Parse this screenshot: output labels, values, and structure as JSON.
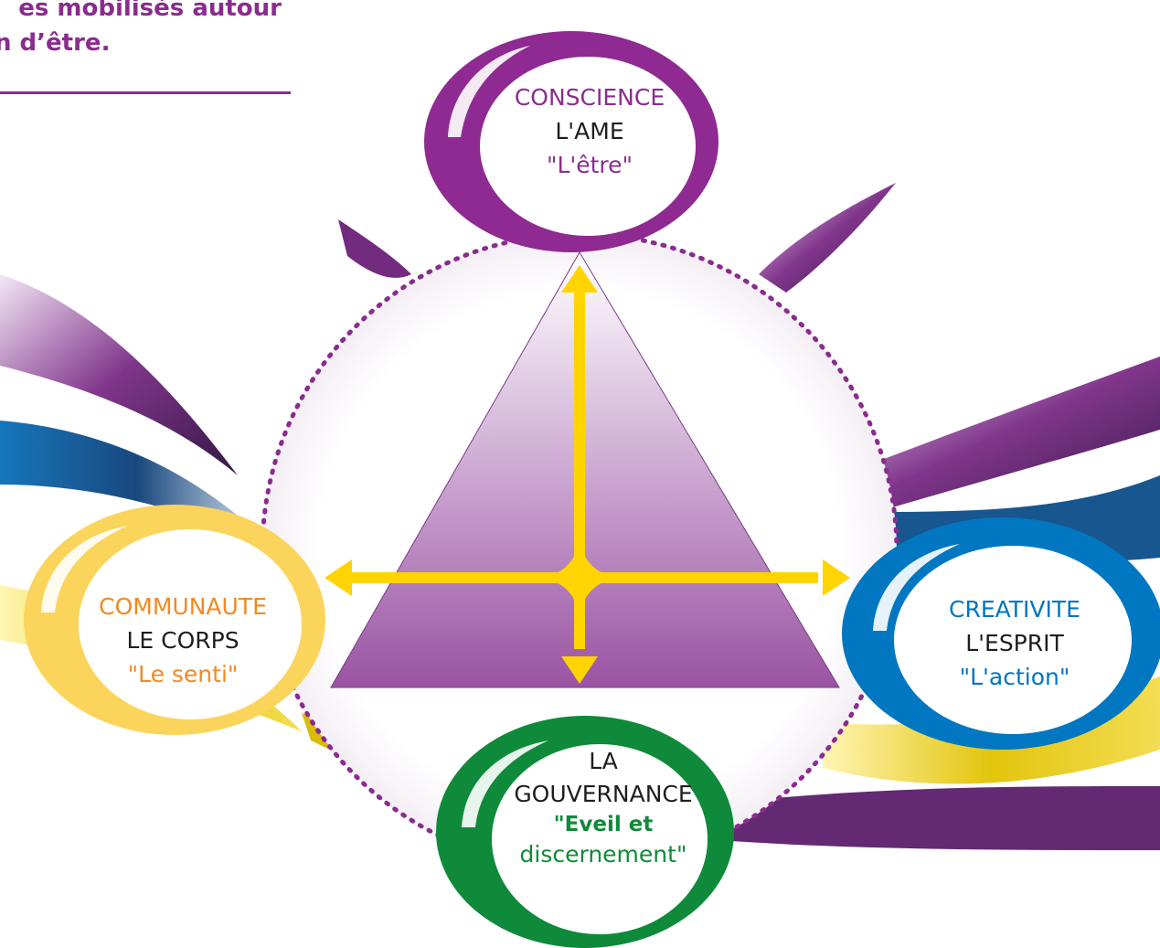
{
  "header": {
    "line1": "es mobilisés autour",
    "line2": "n d’être."
  },
  "nodes": {
    "top": {
      "title": "CONSCIENCE",
      "subtitle": "L'AME",
      "quote": "\"L'être\"",
      "color": "#8e2a91"
    },
    "left": {
      "title": "COMMUNAUTE",
      "subtitle": "LE CORPS",
      "quote": "\"Le senti\"",
      "color": "#fbd45c"
    },
    "right": {
      "title": "CREATIVITE",
      "subtitle": "L'ESPRIT",
      "quote": "\"L'action\"",
      "color": "#0077c0"
    },
    "bottom": {
      "title_line1": "LA",
      "title_line2": "GOUVERNANCE",
      "quote_line1": "\"Eveil et",
      "quote_line2": "discernement\"",
      "color": "#0f8a3a"
    }
  },
  "colors": {
    "purple": "#8a2c8e",
    "yellow": "#ffd400",
    "orange": "#f08a24",
    "blue": "#0076bd",
    "green": "#0f8a3a"
  }
}
